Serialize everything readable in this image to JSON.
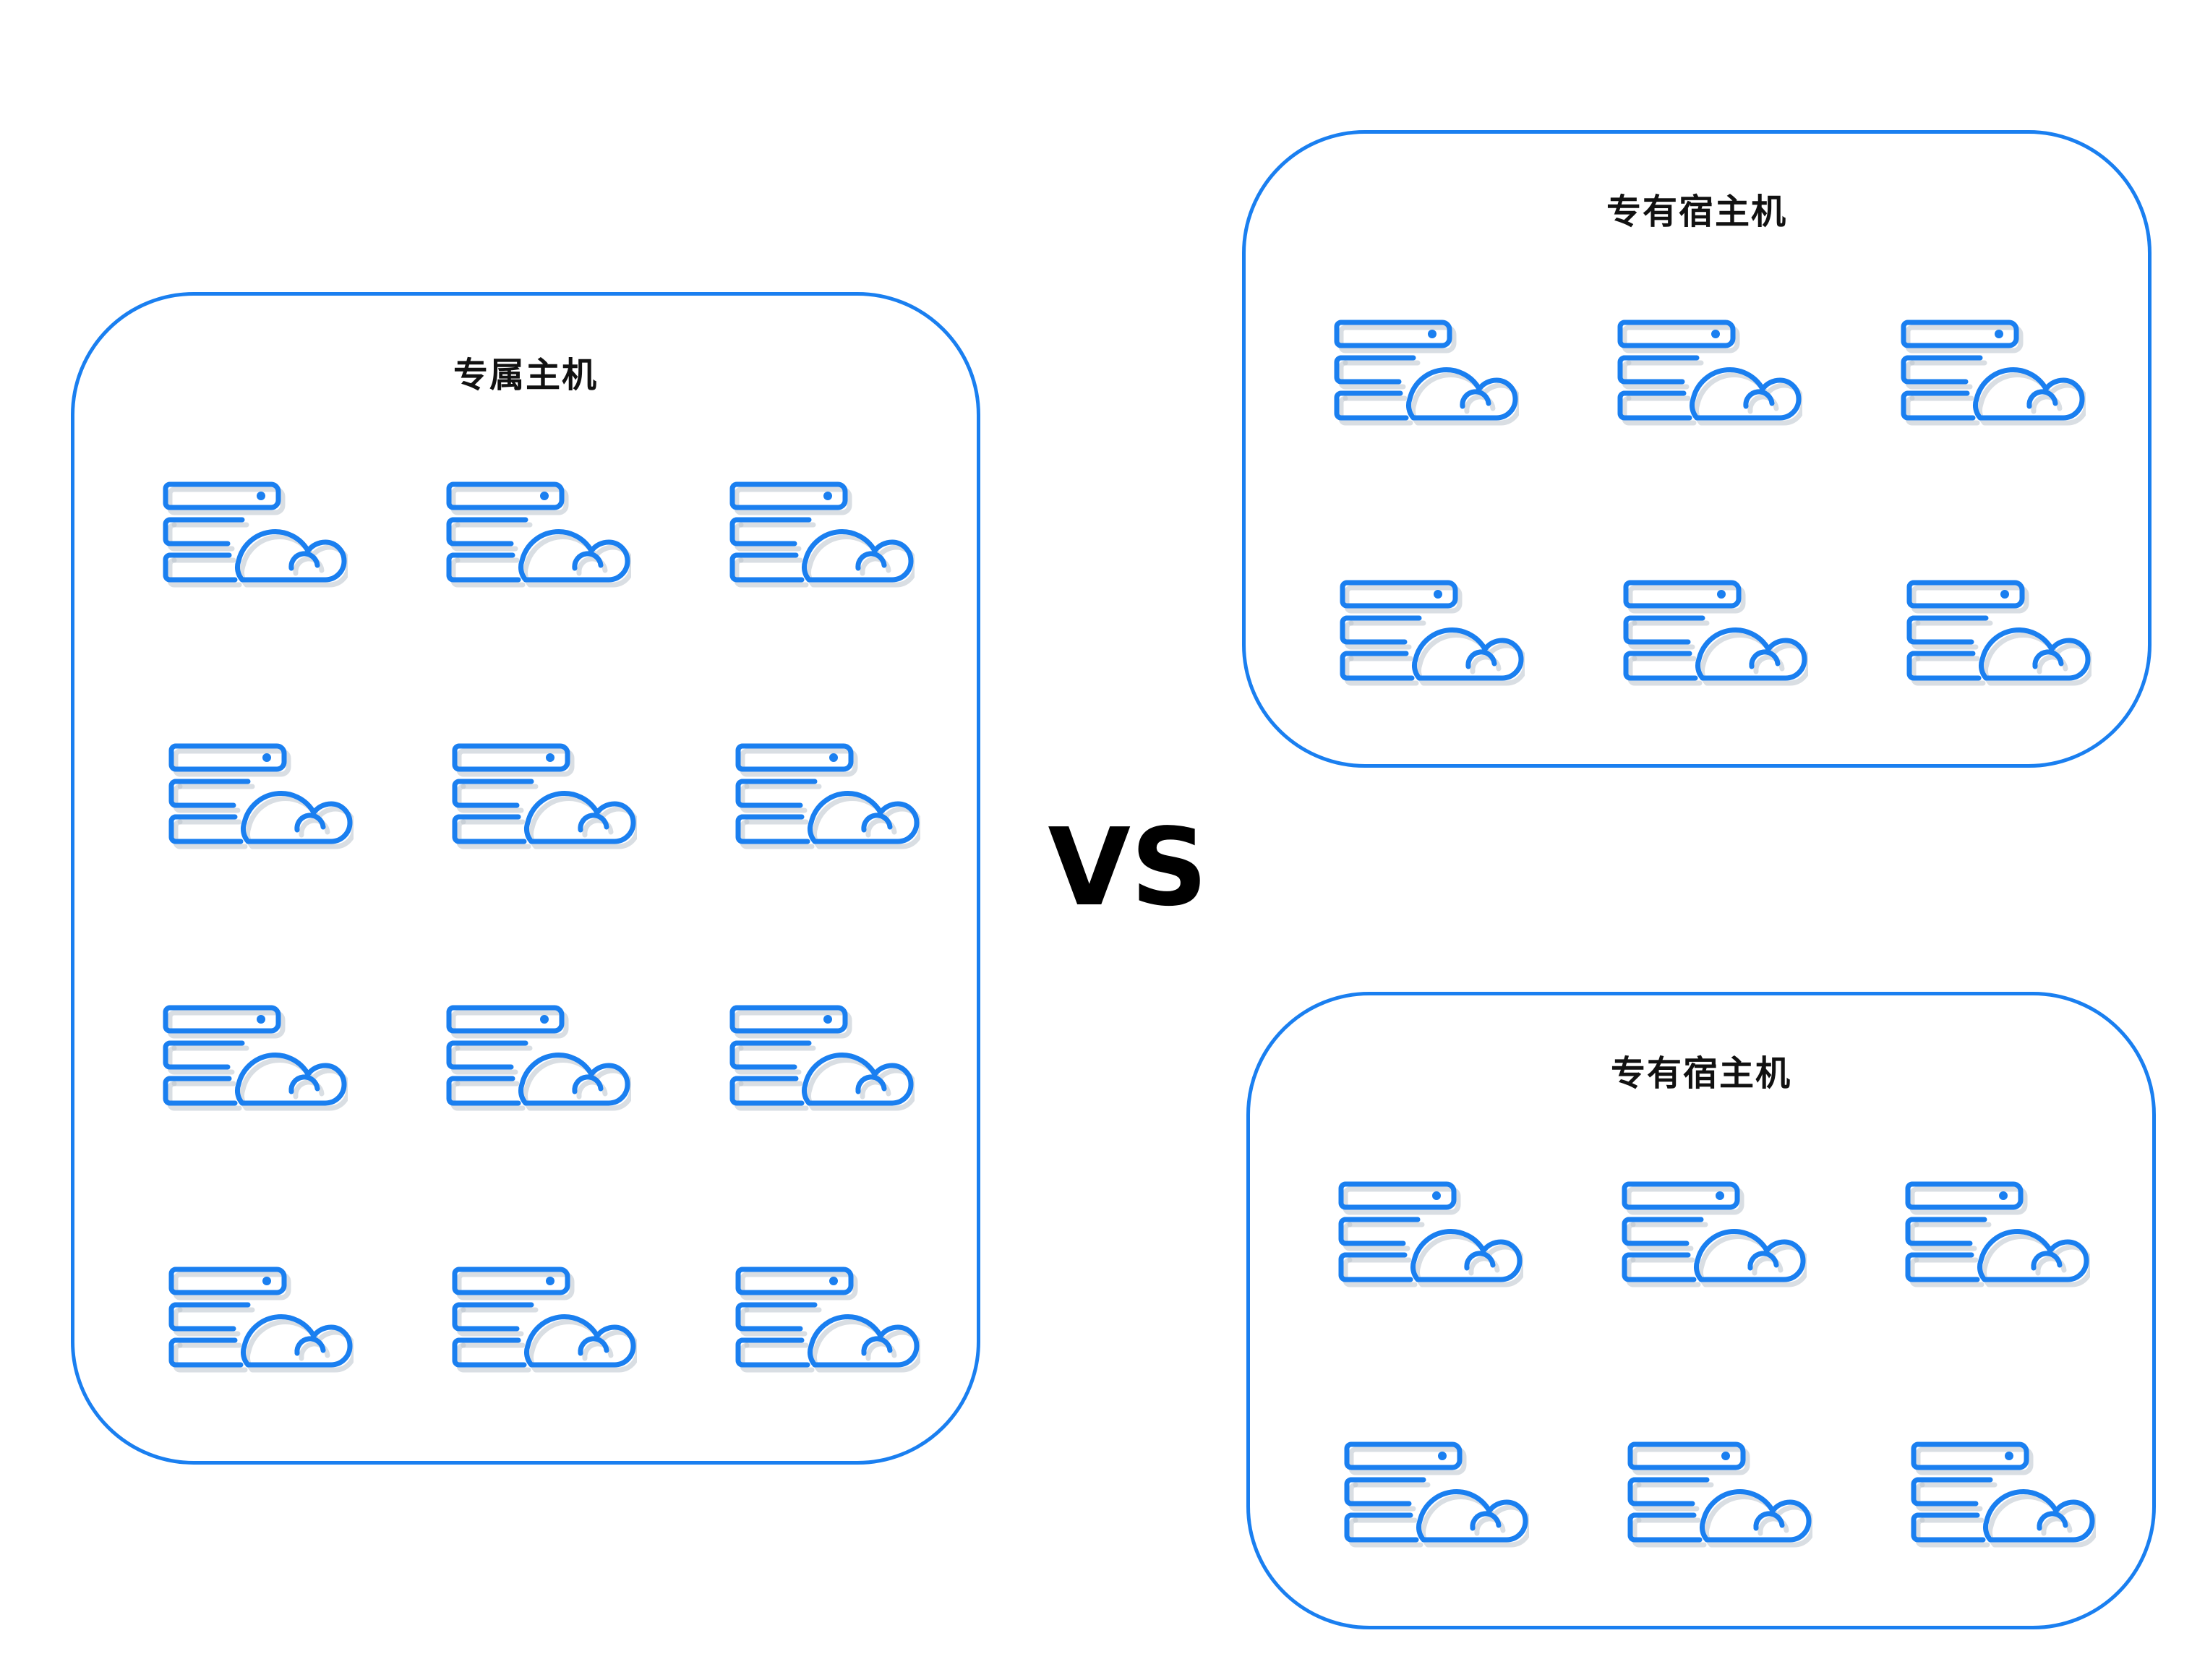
{
  "groups": [
    {
      "id": "dedicated",
      "title": "专属主机",
      "rows": 4,
      "cols": 3,
      "icon": "server-cloud-icon"
    },
    {
      "id": "host-1",
      "title": "专有宿主机",
      "rows": 2,
      "cols": 3,
      "icon": "server-cloud-icon"
    },
    {
      "id": "host-2",
      "title": "专有宿主机",
      "rows": 2,
      "cols": 3,
      "icon": "server-cloud-icon"
    }
  ],
  "comparison_label": "VS",
  "colors": {
    "accent": "#1a7ff0",
    "text": "#111111",
    "background": "#ffffff"
  }
}
